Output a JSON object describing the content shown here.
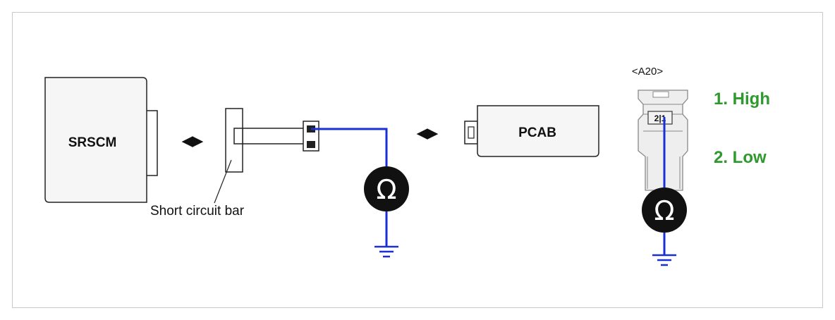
{
  "diagram": {
    "srscm_label": "SRSCM",
    "pcab_label": "PCAB",
    "short_bar_label": "Short circuit bar",
    "connector_label": "<A20>",
    "pin_label": "2|1",
    "ohm_symbol": "Ω",
    "connect_arrow": "◀▶",
    "step_high": "1. High",
    "step_low": "2. Low",
    "wire_color": "#1a2fd6",
    "label_color": "#2e9a2e"
  }
}
